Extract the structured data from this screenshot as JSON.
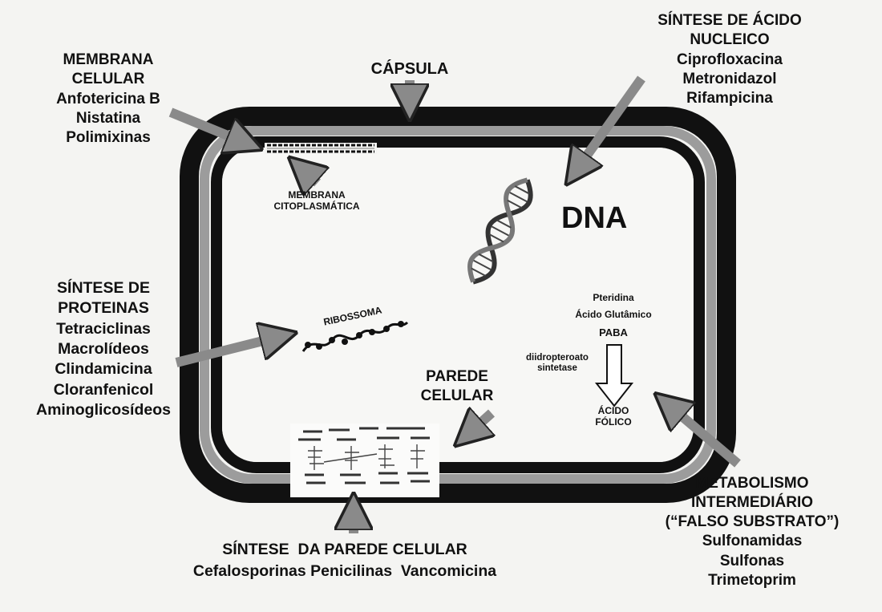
{
  "labels": {
    "capsula": "CÁPSULA",
    "membrana_celular": {
      "title": [
        "MEMBRANA",
        "CELULAR"
      ],
      "drugs": [
        "Anfotericina B",
        "Nistatina",
        "Polimixinas"
      ]
    },
    "membrana_citoplasmatica": [
      "MEMBRANA",
      "CITOPLASMÁTICA"
    ],
    "sintese_acido_nucleico": {
      "title": [
        "SÍNTESE DE ÁCIDO",
        "NUCLEICO"
      ],
      "drugs": [
        "Ciprofloxacina",
        "Metronidazol",
        "Rifampicina"
      ]
    },
    "dna": "DNA",
    "sintese_proteinas": {
      "title": [
        "SÍNTESE DE",
        "PROTEINAS"
      ],
      "drugs": [
        "Tetraciclinas",
        "Macrolídeos",
        "Clindamicina",
        "Cloranfenicol",
        "Aminoglicosídeos"
      ]
    },
    "ribossoma": "RIBOSSOMA",
    "folate": {
      "pteridina": "Pteridina",
      "acido_glutamico": "Ácido Glutâmico",
      "paba": "PABA",
      "enzyme": [
        "diidropteroato",
        "sintetase"
      ],
      "acido_folico": [
        "ÁCIDO",
        "FÓLICO"
      ]
    },
    "parede_celular": [
      "PAREDE",
      "CELULAR"
    ],
    "metabolismo": {
      "title": [
        "METABOLISMO",
        "INTERMEDIÁRIO",
        "(“FALSO SUBSTRATO”)"
      ],
      "drugs": [
        "Sulfonamidas",
        "Sulfonas",
        "Trimetoprim"
      ]
    },
    "sintese_parede": {
      "title": "SÍNTESE  DA PAREDE CELULAR",
      "drugs": "Cefalosporinas Penicilinas  Vancomicina"
    }
  }
}
